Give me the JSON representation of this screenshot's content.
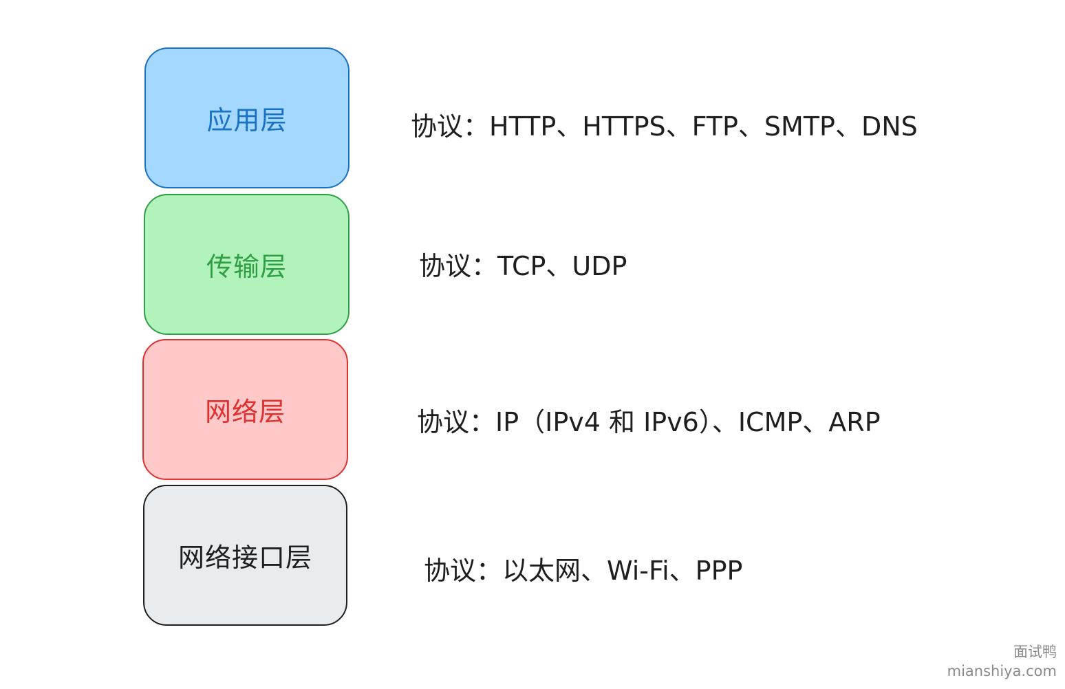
{
  "layers": [
    {
      "name": "应用层",
      "protocols": "协议：HTTP、HTTPS、FTP、SMTP、DNS",
      "fill": "#a5d8ff",
      "stroke": "#1971c2",
      "text_color": "#1971c2"
    },
    {
      "name": "传输层",
      "protocols": "协议：TCP、UDP",
      "fill": "#b2f2bb",
      "stroke": "#2f9e44",
      "text_color": "#2f9e44"
    },
    {
      "name": "网络层",
      "protocols": "协议：IP（IPv4 和 IPv6）、ICMP、ARP",
      "fill": "#ffc9c9",
      "stroke": "#e03131",
      "text_color": "#e03131"
    },
    {
      "name": "网络接口层",
      "protocols": "协议：以太网、Wi-Fi、PPP",
      "fill": "#e9ecef",
      "stroke": "#1e1e1e",
      "text_color": "#1e1e1e"
    }
  ],
  "watermark": {
    "line1": "面试鸭",
    "line2": "mianshiya.com"
  }
}
